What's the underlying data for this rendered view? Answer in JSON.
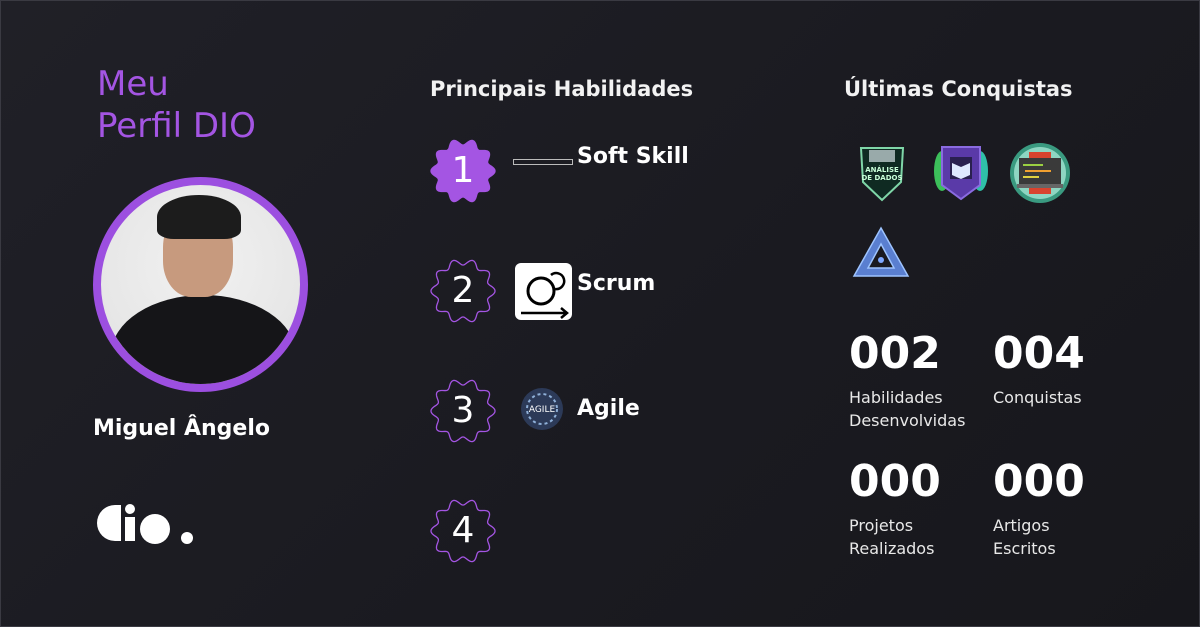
{
  "profile": {
    "title_line1": "Meu",
    "title_line2": "Perfil DIO",
    "name": "Miguel Ângelo",
    "logo": "dio"
  },
  "skills": {
    "title": "Principais Habilidades",
    "items": [
      {
        "rank": "1",
        "label": "Soft Skill",
        "icon": "broken-image-icon",
        "highlighted": true
      },
      {
        "rank": "2",
        "label": "Scrum",
        "icon": "scrum-cycle-icon",
        "highlighted": false
      },
      {
        "rank": "3",
        "label": "Agile",
        "icon": "agile-badge-icon",
        "highlighted": false
      },
      {
        "rank": "4",
        "label": "",
        "icon": "",
        "highlighted": false
      }
    ]
  },
  "achievements": {
    "title": "Últimas Conquistas",
    "badges": [
      {
        "icon": "analise-de-dados-badge",
        "text": "ANÁLISE DE DADOS"
      },
      {
        "icon": "book-shield-badge"
      },
      {
        "icon": "laptop-code-badge"
      },
      {
        "icon": "triangle-logo-badge"
      }
    ]
  },
  "stats": [
    {
      "value": "002",
      "label1": "Habilidades",
      "label2": "Desenvolvidas"
    },
    {
      "value": "004",
      "label1": "Conquistas",
      "label2": ""
    },
    {
      "value": "000",
      "label1": "Projetos",
      "label2": "Realizados"
    },
    {
      "value": "000",
      "label1": "Artigos",
      "label2": "Escritos"
    }
  ],
  "colors": {
    "accent": "#a455e3",
    "background": "#1d1d23",
    "text": "#ffffff"
  }
}
